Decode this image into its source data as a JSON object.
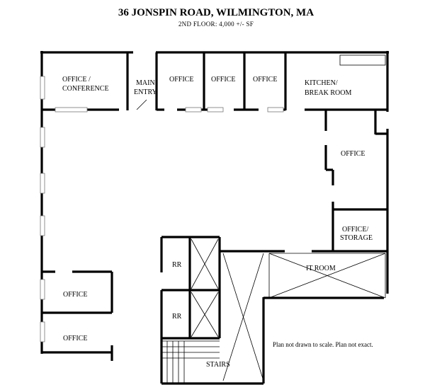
{
  "header": {
    "title": "36 JONSPIN ROAD, WILMINGTON, MA",
    "subtitle": "2ND FLOOR:  4,000 +/- SF"
  },
  "rooms": {
    "office_conference": [
      "OFFICE /",
      "CONFERENCE"
    ],
    "main_entry": [
      "MAIN",
      "ENTRY"
    ],
    "office_1": "OFFICE",
    "office_2": "OFFICE",
    "office_3": "OFFICE",
    "kitchen": [
      "KITCHEN/",
      "BREAK ROOM"
    ],
    "office_right": "OFFICE",
    "office_storage": [
      "OFFICE/",
      "STORAGE"
    ],
    "it_room": "IT ROOM",
    "rr_1": "RR",
    "rr_2": "RR",
    "office_lower_1": "OFFICE",
    "office_lower_2": "OFFICE",
    "stairs": "STAIRS"
  },
  "note": "Plan not drawn to scale. Plan not exact."
}
